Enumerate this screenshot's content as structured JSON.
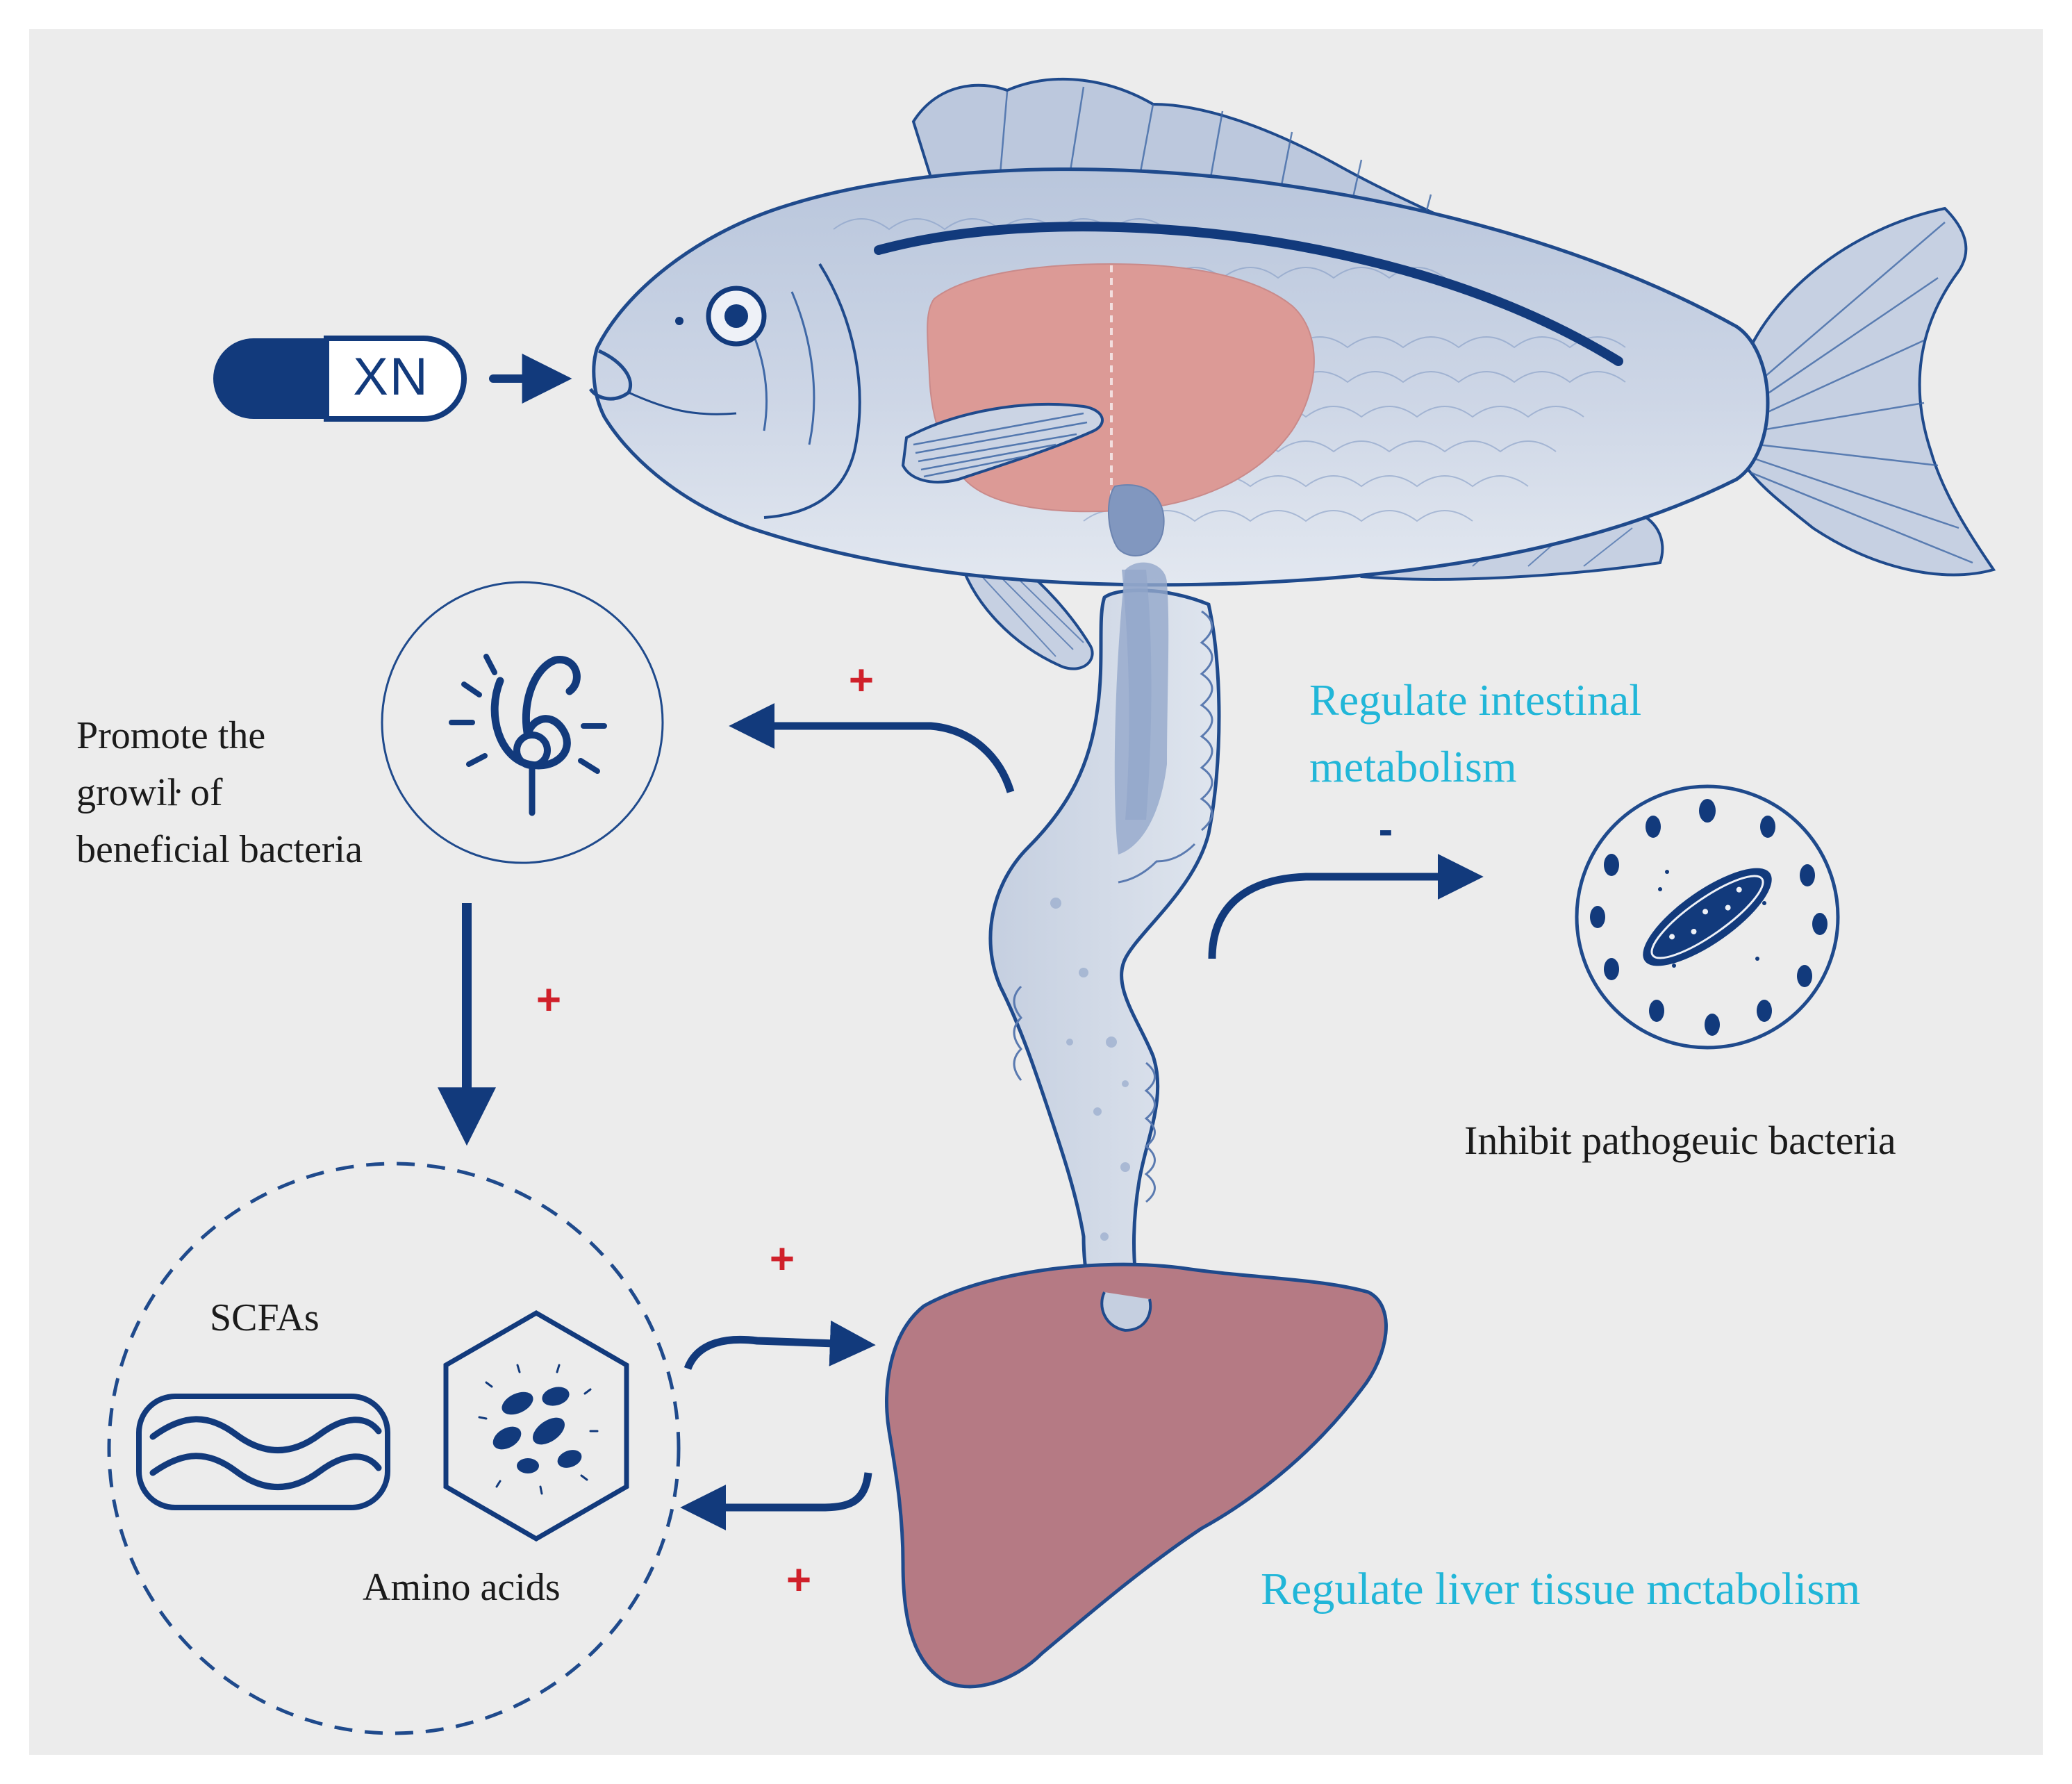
{
  "capsule": {
    "label": "XN"
  },
  "labels": {
    "promote_beneficial": [
      "Promote the",
      "growiŀ of",
      "beneficial bacteria"
    ],
    "regulate_intestinal": [
      "Regulate intestinal",
      "metabolism"
    ],
    "inhibit_pathogenic": "Inhibit pathogeuic bacteria",
    "scfas": "SCFAs",
    "amino_acids": "Amino acids",
    "regulate_liver": "Regulate liver tissue mctabolism"
  },
  "signs": {
    "to_beneficial": "+",
    "beneficial_to_metabolites": "+",
    "to_pathogenic": "-",
    "metabolites_to_liver": "+",
    "liver_to_metabolites": "+"
  },
  "colors": {
    "navy": "#123a7c",
    "sign_red": "#d0202a",
    "cyan_text": "#21b6d8",
    "liver": "#b57a84",
    "fish_liver": "#dc9a96",
    "fish_body": "#c7d1e2",
    "background": "#ececec"
  }
}
